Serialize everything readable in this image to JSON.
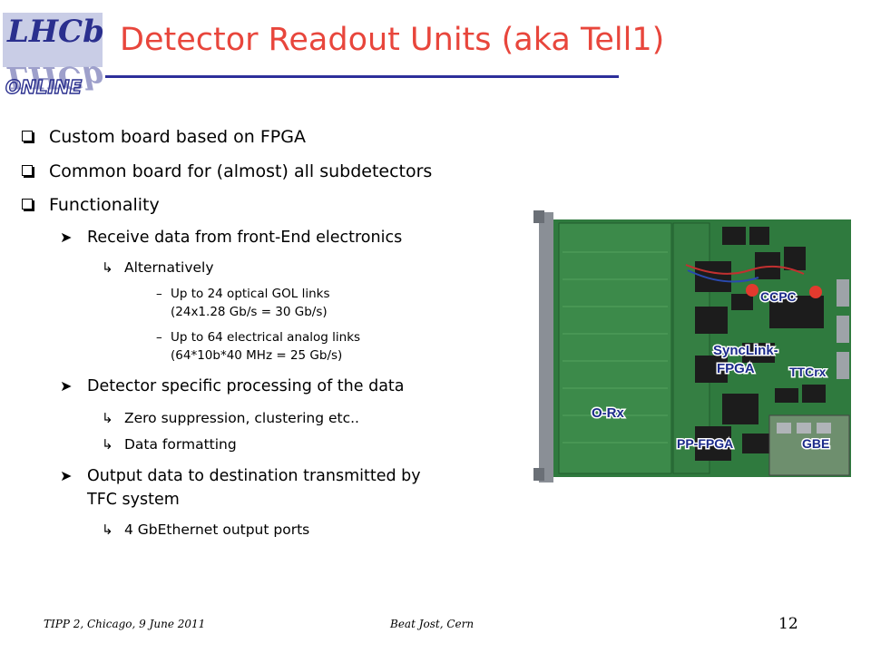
{
  "logo": {
    "top_text": "LHCb",
    "bottom_text": "ONLINE"
  },
  "title": "Detector Readout Units (aka Tell1)",
  "bullets": [
    "Custom board based on FPGA",
    "Common board for (almost) all subdetectors",
    "Functionality"
  ],
  "functionality": {
    "receive": {
      "text": "Receive data from front-End electronics",
      "alt": "Alternatively",
      "opt1": {
        "line1": "Up to 24 optical GOL links",
        "line2": "(24x1.28 Gb/s = 30 Gb/s)"
      },
      "opt2": {
        "line1": "Up to 64 electrical analog links",
        "line2": "(64*10b*40 MHz = 25 Gb/s)"
      }
    },
    "processing": {
      "text": "Detector specific processing of the data",
      "sub1": "Zero suppression, clustering etc..",
      "sub2": "Data formatting"
    },
    "output": {
      "line1": "Output data to destination transmitted by",
      "line2": "TFC system",
      "sub1": "4 GbEthernet output ports"
    }
  },
  "photo_labels": {
    "ccpc": "CCPC",
    "synclink": "SyncLink-",
    "fpga": "FPGA",
    "ttcrx": "TTCrx",
    "orx": "O-Rx",
    "ppfpga": "PP-FPGA",
    "gbe": "GBE"
  },
  "footer": {
    "left": "TIPP 2, Chicago, 9 June 2011",
    "center": "Beat Jost, Cern",
    "page": "12"
  },
  "colors": {
    "title": "#e8463c",
    "rule": "#2d2f9a",
    "logo": "#2a2f8e",
    "board": "#2f7a3e",
    "label": "#1b2a8a"
  }
}
